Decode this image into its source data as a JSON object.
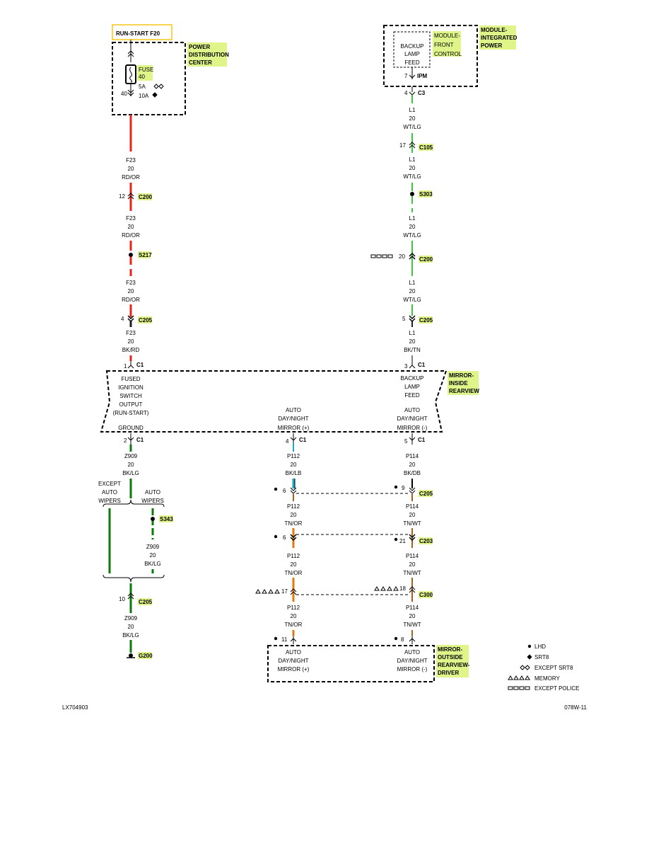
{
  "colors": {
    "red": "#e8231a",
    "green": "#3cc63c",
    "darkgreen": "#0a7a0a",
    "blue": "#1fa6c8",
    "brown": "#a0601e",
    "orange": "#e07a10",
    "black": "#000000",
    "highlight": "#dff58a",
    "circuit_box": "#f5c518"
  },
  "circuit_header": "RUN-START F20",
  "pdc": {
    "label": [
      "POWER",
      "DISTRIBUTION",
      "CENTER"
    ],
    "fuse_label": [
      "FUSE",
      "40"
    ],
    "amp_5": "5A",
    "amp_10": "10A",
    "pin": "40"
  },
  "mip": {
    "label": [
      "MODULE-",
      "INTEGRATED",
      "POWER"
    ],
    "inner_label": [
      "MODULE-",
      "FRONT",
      "CONTROL"
    ],
    "feed": [
      "BACKUP",
      "LAMP",
      "FEED"
    ],
    "pin": "7",
    "conn": "IPM"
  },
  "left_wire": {
    "seg1": [
      "F23",
      "20",
      "RD/OR"
    ],
    "c200": {
      "pin": "12",
      "name": "C200"
    },
    "seg2": [
      "F23",
      "20",
      "RD/OR"
    ],
    "s217": "S217",
    "seg3": [
      "F23",
      "20",
      "RD/OR"
    ],
    "c205": {
      "pin": "4",
      "name": "C205"
    },
    "seg4": [
      "F23",
      "20",
      "BK/RD"
    ],
    "c1": {
      "pin": "1",
      "name": "C1"
    }
  },
  "right_wire": {
    "c3": {
      "pin": "4",
      "name": "C3"
    },
    "seg1": [
      "L1",
      "20",
      "WT/LG"
    ],
    "c105": {
      "pin": "17",
      "name": "C105"
    },
    "seg2": [
      "L1",
      "20",
      "WT/LG"
    ],
    "s303": "S303",
    "seg3": [
      "L1",
      "20",
      "WT/LG"
    ],
    "c200": {
      "pin": "20",
      "name": "C200"
    },
    "seg4": [
      "L1",
      "20",
      "WT/LG"
    ],
    "c205": {
      "pin": "5",
      "name": "C205"
    },
    "seg5": [
      "L1",
      "20",
      "BK/TN"
    ],
    "c1": {
      "pin": "3",
      "name": "C1"
    }
  },
  "mirror_inside": {
    "label": [
      "MIRROR-",
      "INSIDE",
      "REARVIEW"
    ],
    "fused": [
      "FUSED",
      "IGNITION",
      "SWITCH",
      "OUTPUT",
      "(RUN-START)"
    ],
    "ground": "GROUND",
    "auto_plus": [
      "AUTO",
      "DAY/NIGHT",
      "MIRROR (+)"
    ],
    "backup": [
      "BACKUP",
      "LAMP",
      "FEED"
    ],
    "auto_minus": [
      "AUTO",
      "DAY/NIGHT",
      "MIRROR (-)"
    ]
  },
  "ground_wire": {
    "c1": {
      "pin": "2",
      "name": "C1"
    },
    "seg1": [
      "Z909",
      "20",
      "BK/LG"
    ],
    "except_auto": [
      "EXCEPT",
      "AUTO",
      "WIPERS"
    ],
    "auto": [
      "AUTO",
      "WIPERS"
    ],
    "s343": "S343",
    "seg_auto": [
      "Z909",
      "20",
      "BK/LG"
    ],
    "c205": {
      "pin": "10",
      "name": "C205"
    },
    "seg2": [
      "Z909",
      "20",
      "BK/LG"
    ],
    "g200": "G200"
  },
  "p112": {
    "c1": {
      "pin": "4",
      "name": "C1"
    },
    "seg1": [
      "P112",
      "20",
      "BK/LB"
    ],
    "c205_pin": "6",
    "seg2": [
      "P112",
      "20",
      "TN/OR"
    ],
    "c203_pin": "6",
    "seg3": [
      "P112",
      "20",
      "TN/OR"
    ],
    "c300_pin": "17",
    "seg4": [
      "P112",
      "20",
      "TN/OR"
    ],
    "end_pin": "11"
  },
  "p114": {
    "c1": {
      "pin": "5",
      "name": "C1"
    },
    "seg1": [
      "P114",
      "20",
      "BK/DB"
    ],
    "c205": {
      "pin": "9",
      "name": "C205"
    },
    "seg2": [
      "P114",
      "20",
      "TN/WT"
    ],
    "c203": {
      "pin": "21",
      "name": "C203"
    },
    "seg3": [
      "P114",
      "20",
      "TN/WT"
    ],
    "c300": {
      "pin": "18",
      "name": "C300"
    },
    "seg4": [
      "P114",
      "20",
      "TN/WT"
    ],
    "end_pin": "8"
  },
  "mirror_outside": {
    "label": [
      "MIRROR-",
      "OUTSIDE",
      "REARVIEW-",
      "DRIVER"
    ],
    "left": [
      "AUTO",
      "DAY/NIGHT",
      "MIRROR (+)"
    ],
    "right": [
      "AUTO",
      "DAY/NIGHT",
      "MIRROR (-)"
    ]
  },
  "legend": {
    "lhd": "LHD",
    "srt8": "SRT8",
    "except_srt8": "EXCEPT SRT8",
    "memory": "MEMORY",
    "except_police": "EXCEPT POLICE"
  },
  "footer": {
    "left": "LX704903",
    "right": "078W-11"
  }
}
